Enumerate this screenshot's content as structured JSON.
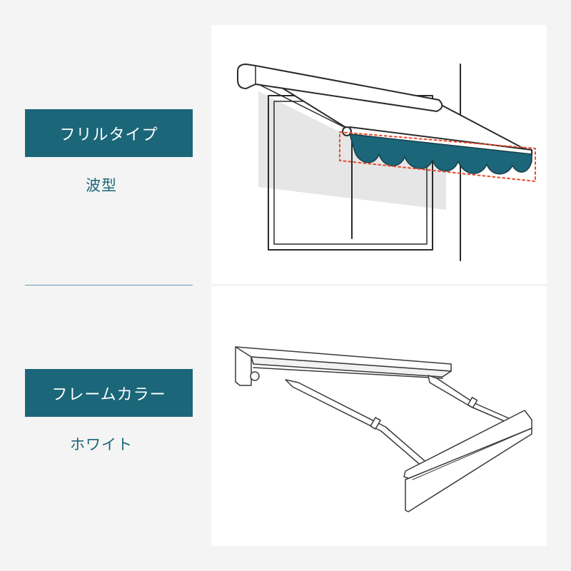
{
  "sections": [
    {
      "label": "フリルタイプ",
      "value": "波型"
    },
    {
      "label": "フレームカラー",
      "value": "ホワイト"
    }
  ],
  "colors": {
    "accent": "#1b6679",
    "frill_fill": "#1b6679",
    "highlight_dash": "#e84a2c",
    "background": "#f4f4f4",
    "panel": "#ffffff"
  }
}
